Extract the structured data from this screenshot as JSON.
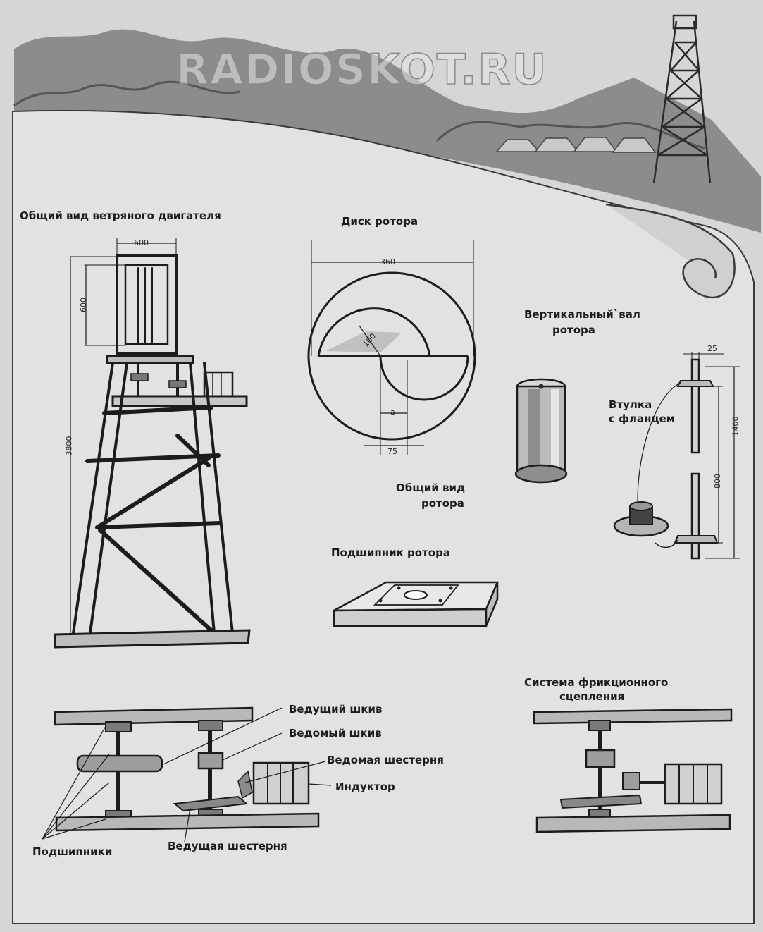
{
  "watermark": "RADIOSKOT.RU",
  "labels": {
    "general_view": "Общий вид ветряного двигателя",
    "rotor_disk": "Диск ротора",
    "vertical_shaft_line1": "Вертикальный`вал",
    "vertical_shaft_line2": "ротора",
    "bushing_line1": "Втулка",
    "bushing_line2": "с фланцем",
    "rotor_view_line1": "Общий вид",
    "rotor_view_line2": "ротора",
    "rotor_bearing": "Подшипник ротора",
    "friction_line1": "Система фрикционного",
    "friction_line2": "сцепления",
    "drive_pulley": "Ведущий шкив",
    "driven_pulley": "Ведомый шкив",
    "driven_gear": "Ведомая шестерня",
    "inductor": "Индуктор",
    "bearings": "Подшипники",
    "drive_gear": "Ведущая шестерня"
  },
  "dimensions": {
    "frame_width": "600",
    "frame_height": "600",
    "tower_height": "3800",
    "disk_diameter": "360",
    "disk_radius": "100",
    "offset_a": "a",
    "offset_75": "75",
    "shaft_diameter": "25",
    "shaft_length": "1400",
    "shaft_lower": "800"
  },
  "colors": {
    "paper": "#e2e2e2",
    "background": "#d6d6d6",
    "ink": "#1c1c1c"
  }
}
